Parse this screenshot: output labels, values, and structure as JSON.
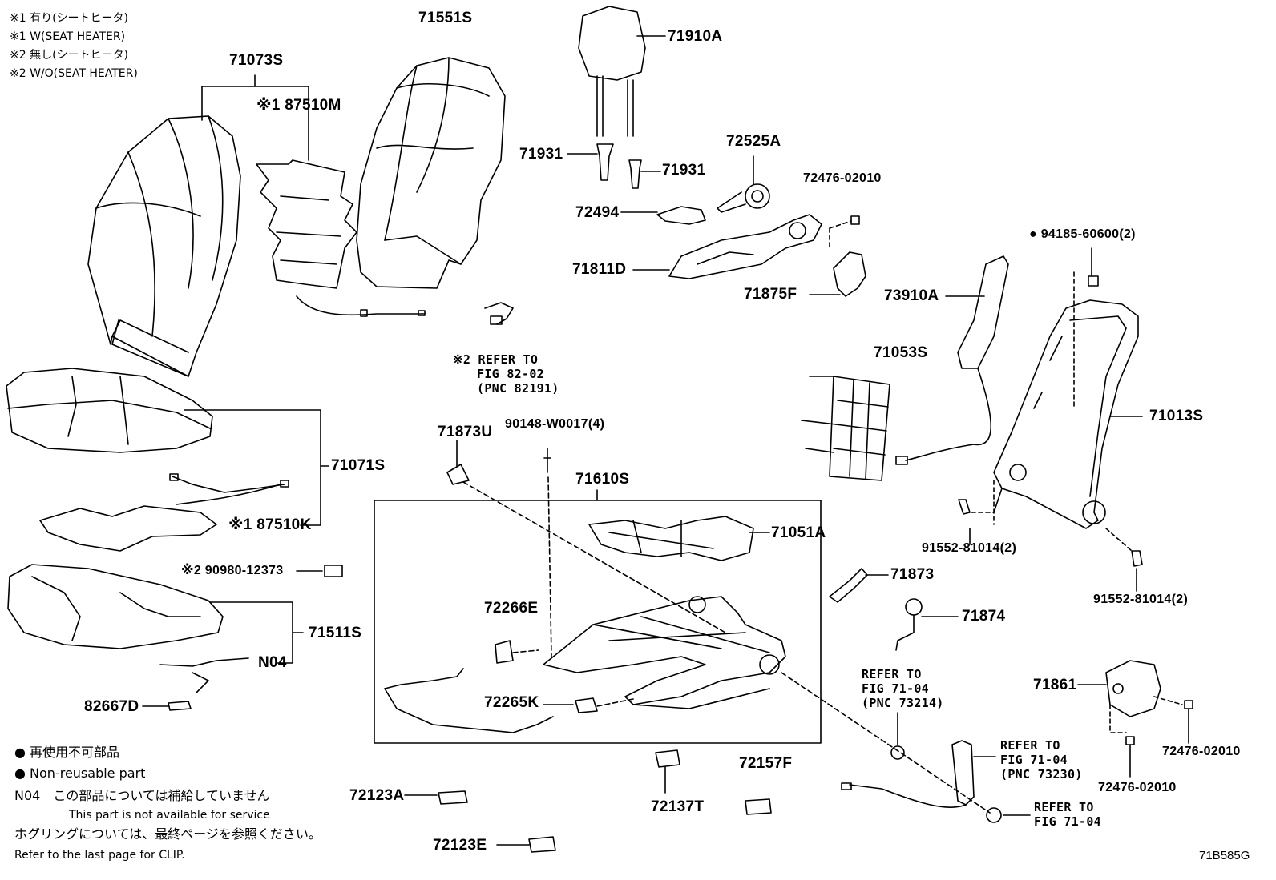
{
  "notes": [
    "※1 有り(シートヒータ)",
    "※1 W(SEAT HEATER)",
    "※2 無し(シートヒータ)",
    "※2 W/O(SEAT HEATER)"
  ],
  "parts": {
    "p71073S": "71073S",
    "p87510M": "※1 87510M",
    "p71551S": "71551S",
    "p71910A": "71910A",
    "p71931a": "71931",
    "p71931b": "71931",
    "p72525A": "72525A",
    "p72476a": "72476-02010",
    "p72494": "72494",
    "p71811D": "71811D",
    "p71875F": "71875F",
    "p94185": "● 94185-60600(2)",
    "p73910A": "73910A",
    "p71053S": "71053S",
    "p71013S": "71013S",
    "p71071S": "71071S",
    "p87510K": "※1 87510K",
    "p71873U": "71873U",
    "p90148": "90148-W0017(4)",
    "p71610S": "71610S",
    "p71051A": "71051A",
    "p90980": "※2 90980-12373",
    "p71873": "71873",
    "p91552a": "91552-81014(2)",
    "p91552b": "91552-81014(2)",
    "p72266E": "72266E",
    "p71874": "71874",
    "p71511S": "71511S",
    "pN04": "N04",
    "p72265K": "72265K",
    "p82667D": "82667D",
    "p71861": "71861",
    "p72476b": "72476-02010",
    "p72476c": "72476-02010",
    "p72157F": "72157F",
    "p72123A": "72123A",
    "p72137T": "72137T",
    "p72123E": "72123E"
  },
  "refs": {
    "r82": [
      "※2 REFER TO",
      "FIG 82-02",
      "(PNC 82191)"
    ],
    "r73214": [
      "REFER TO",
      "FIG 71-04",
      "(PNC 73214)"
    ],
    "r73230": [
      "REFER TO",
      "FIG 71-04",
      "(PNC 73230)"
    ],
    "r7104": [
      "REFER TO",
      "FIG 71-04"
    ]
  },
  "legend": {
    "l1": "● 再使用不可部品",
    "l2": "● Non-reusable part",
    "l3": "N04　この部品については補給していません",
    "l4": "This part is not available for service",
    "l5": "ホグリングについては、最終ページを参照ください。",
    "l6": "Refer to the last page for CLIP."
  },
  "figure_code": "71B585G"
}
